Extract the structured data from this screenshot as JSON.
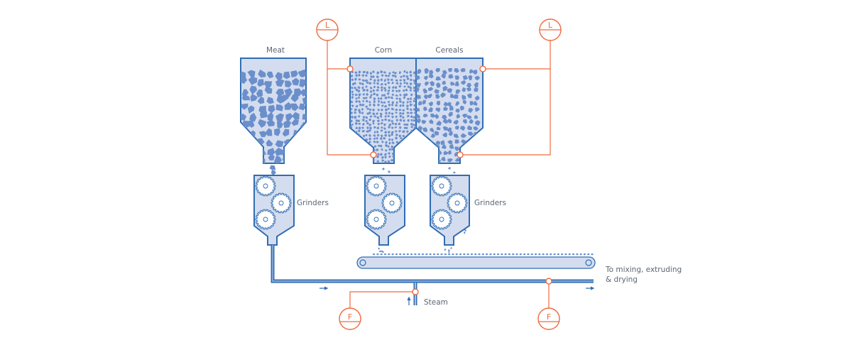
{
  "labels": {
    "meat": "Meat",
    "corn": "Corn",
    "cereals": "Cereals",
    "grinders_left": "Grinders",
    "grinders_right": "Grinders",
    "steam": "Steam",
    "output_line1": "To mixing, extruding",
    "output_line2": "& drying"
  },
  "instruments": {
    "level_left": "L",
    "level_right": "L",
    "flow_left": "F",
    "flow_right": "F"
  },
  "colors": {
    "equipment_outline": "#2f6db3",
    "equipment_fill": "#d4ddef",
    "particles": "#6b8fcb",
    "instrumentation": "#ef6a3e",
    "text": "#5d6673"
  }
}
